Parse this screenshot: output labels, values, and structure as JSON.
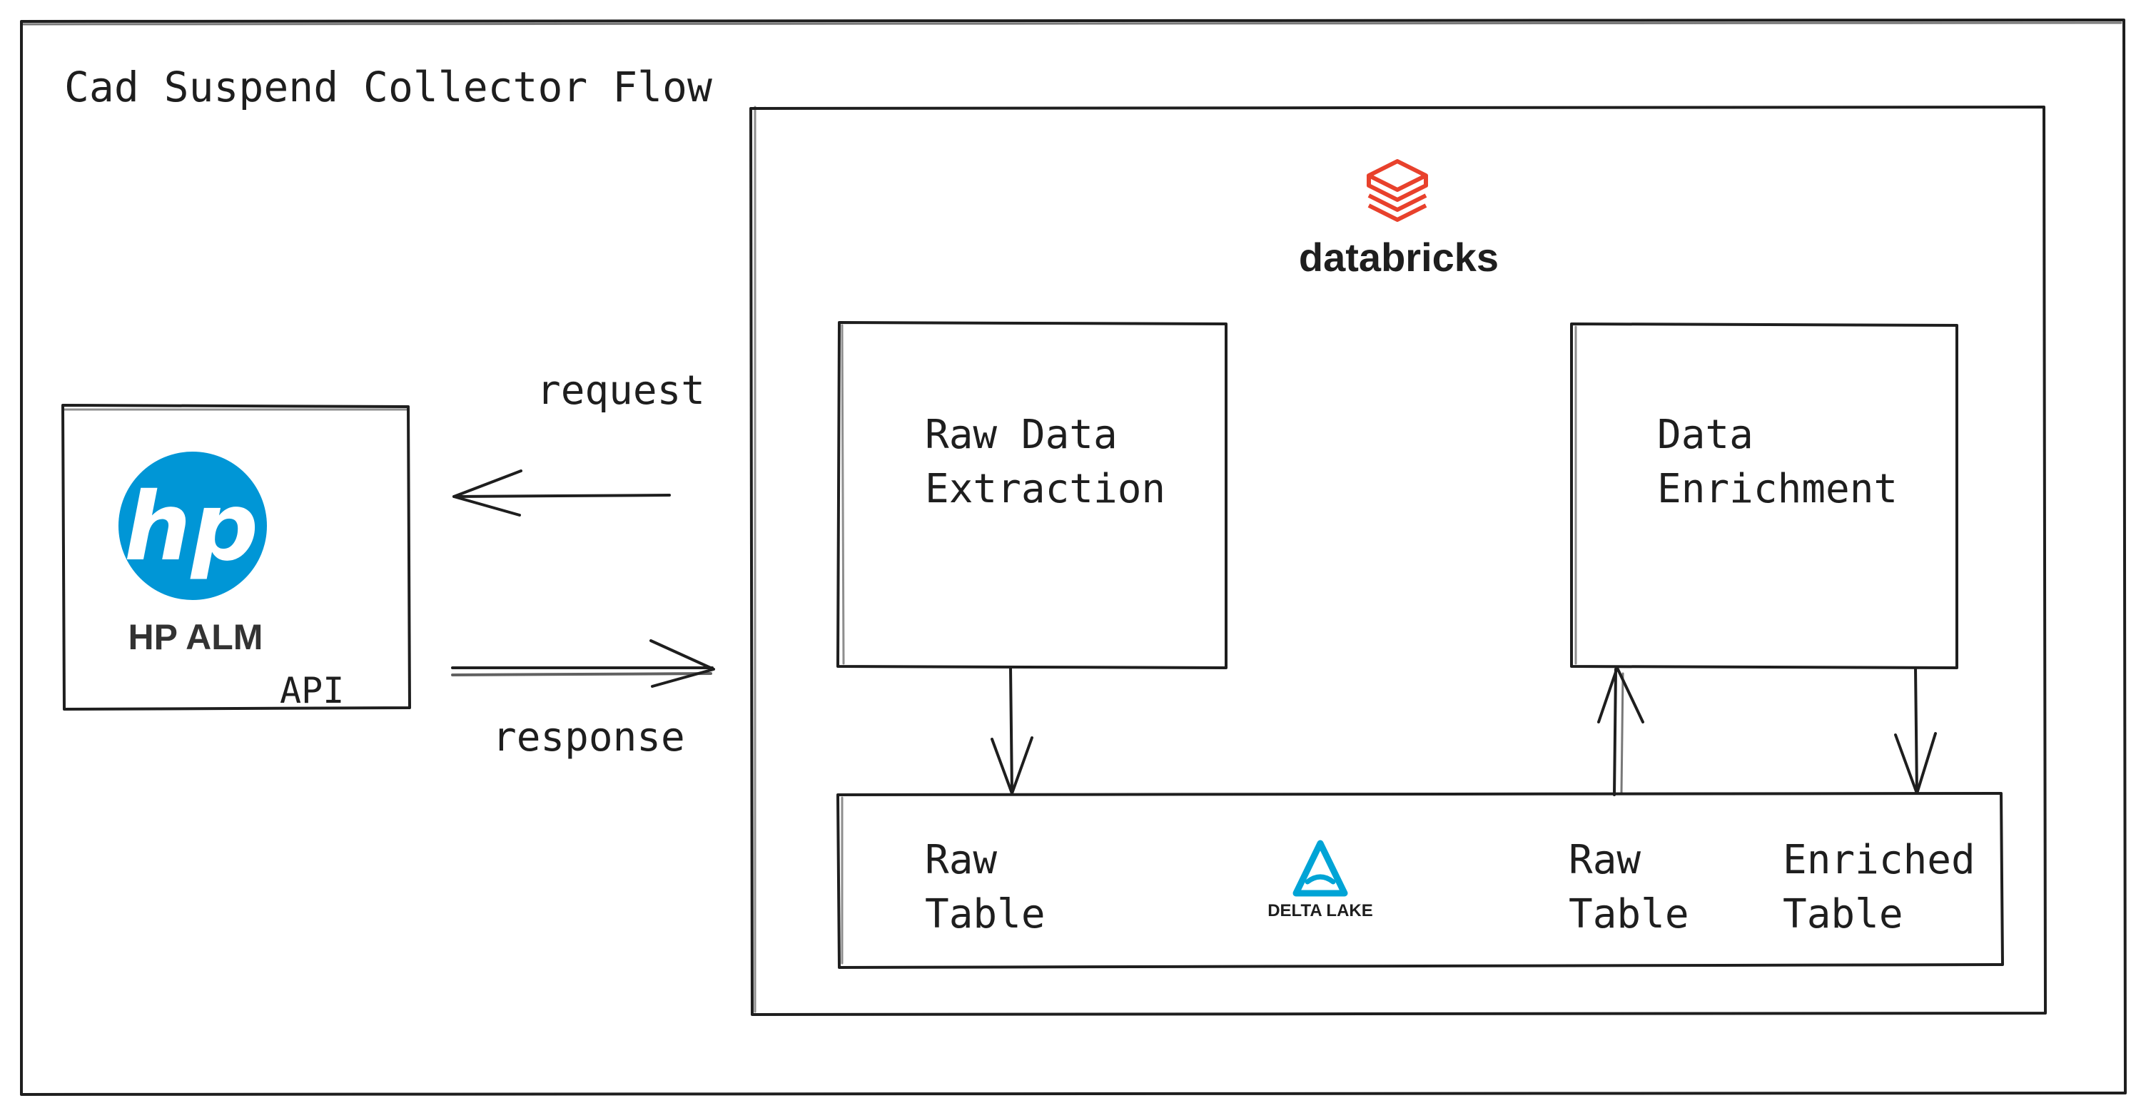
{
  "title": "Cad Suspend Collector  Flow",
  "hp": {
    "logo_text": "hp",
    "product": "HP ALM",
    "api_label": "API"
  },
  "arrows": {
    "request_label": "request",
    "response_label": "response"
  },
  "databricks": {
    "brand": "databricks",
    "brand_color": "#e8412c"
  },
  "raw_extraction": {
    "line1": "Raw Data",
    "line2": "Extraction"
  },
  "enrichment": {
    "line1": "Data",
    "line2": "Enrichment"
  },
  "delta": {
    "logo_text": "DELTA LAKE",
    "logo_color": "#00a4d6",
    "raw_table_left": {
      "line1": "Raw",
      "line2": "Table"
    },
    "raw_table_right": {
      "line1": "Raw",
      "line2": "Table"
    },
    "enriched_table": {
      "line1": "Enriched",
      "line2": "Table"
    }
  },
  "colors": {
    "hp_blue": "#0096d6",
    "ink": "#1e1e1e"
  }
}
